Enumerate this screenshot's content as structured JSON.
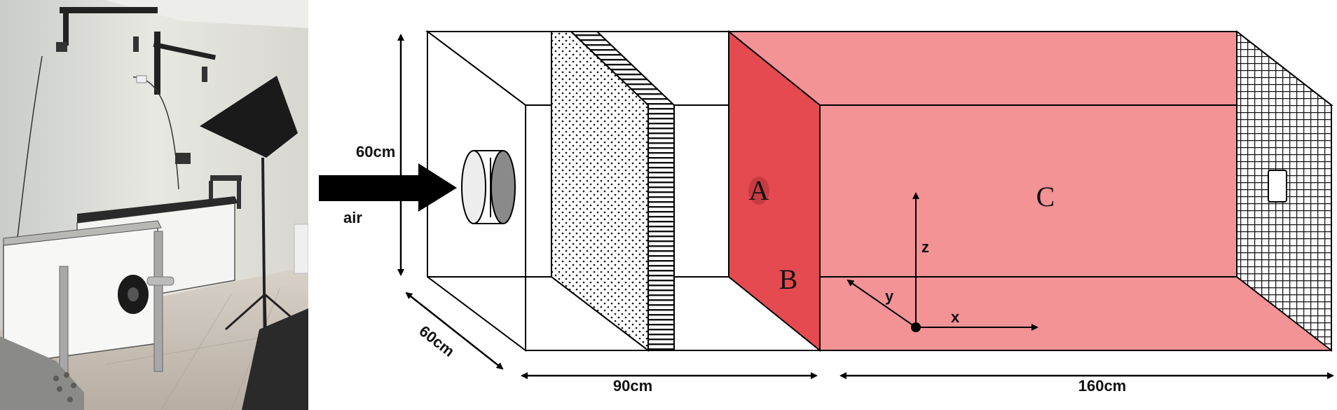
{
  "labels": {
    "height": "60cm",
    "depth": "60cm",
    "air": "air",
    "length_front": "90cm",
    "length_test": "160cm",
    "zone_a": "A",
    "zone_b": "B",
    "zone_c": "C",
    "axis_x": "x",
    "axis_y": "y",
    "axis_z": "z"
  },
  "colors": {
    "chamber_light": "#F39396",
    "chamber_dark": "#E54A51",
    "line": "#000000",
    "photo_wall": "#E6E6E0",
    "photo_floor": "#C9C2B8"
  },
  "icons": {
    "flow_arrow": "air-flow-arrow-icon",
    "fan": "fan-icon"
  }
}
